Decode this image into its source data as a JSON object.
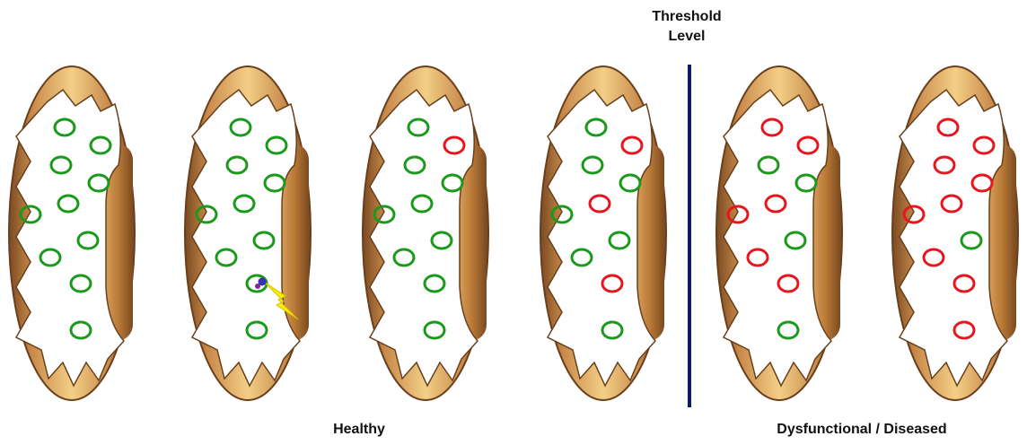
{
  "labels": {
    "threshold_line1": "Threshold",
    "threshold_line2": "Level",
    "healthy": "Healthy",
    "diseased": "Dysfunctional / Diseased"
  },
  "colors": {
    "healthy_mtdna": "#1a9a1a",
    "mutant_mtdna": "#e8141e",
    "threshold_line": "#0d1b6b",
    "membrane_light": "#f3cf86",
    "membrane_dark": "#8a5526",
    "damage_bolt": "#ffee00"
  },
  "mitochondria": [
    {
      "id": "mito-1",
      "state": "healthy",
      "healthy_count": 10,
      "mutant_count": 0,
      "damaged": false
    },
    {
      "id": "mito-2",
      "state": "damage-event",
      "healthy_count": 10,
      "mutant_count": 0,
      "damaged": true
    },
    {
      "id": "mito-3",
      "state": "healthy",
      "healthy_count": 9,
      "mutant_count": 1,
      "damaged": false
    },
    {
      "id": "mito-4",
      "state": "healthy",
      "healthy_count": 7,
      "mutant_count": 3,
      "damaged": false
    },
    {
      "id": "mito-5",
      "state": "diseased",
      "healthy_count": 4,
      "mutant_count": 6,
      "damaged": false
    },
    {
      "id": "mito-6",
      "state": "diseased",
      "healthy_count": 1,
      "mutant_count": 9,
      "damaged": false
    }
  ]
}
